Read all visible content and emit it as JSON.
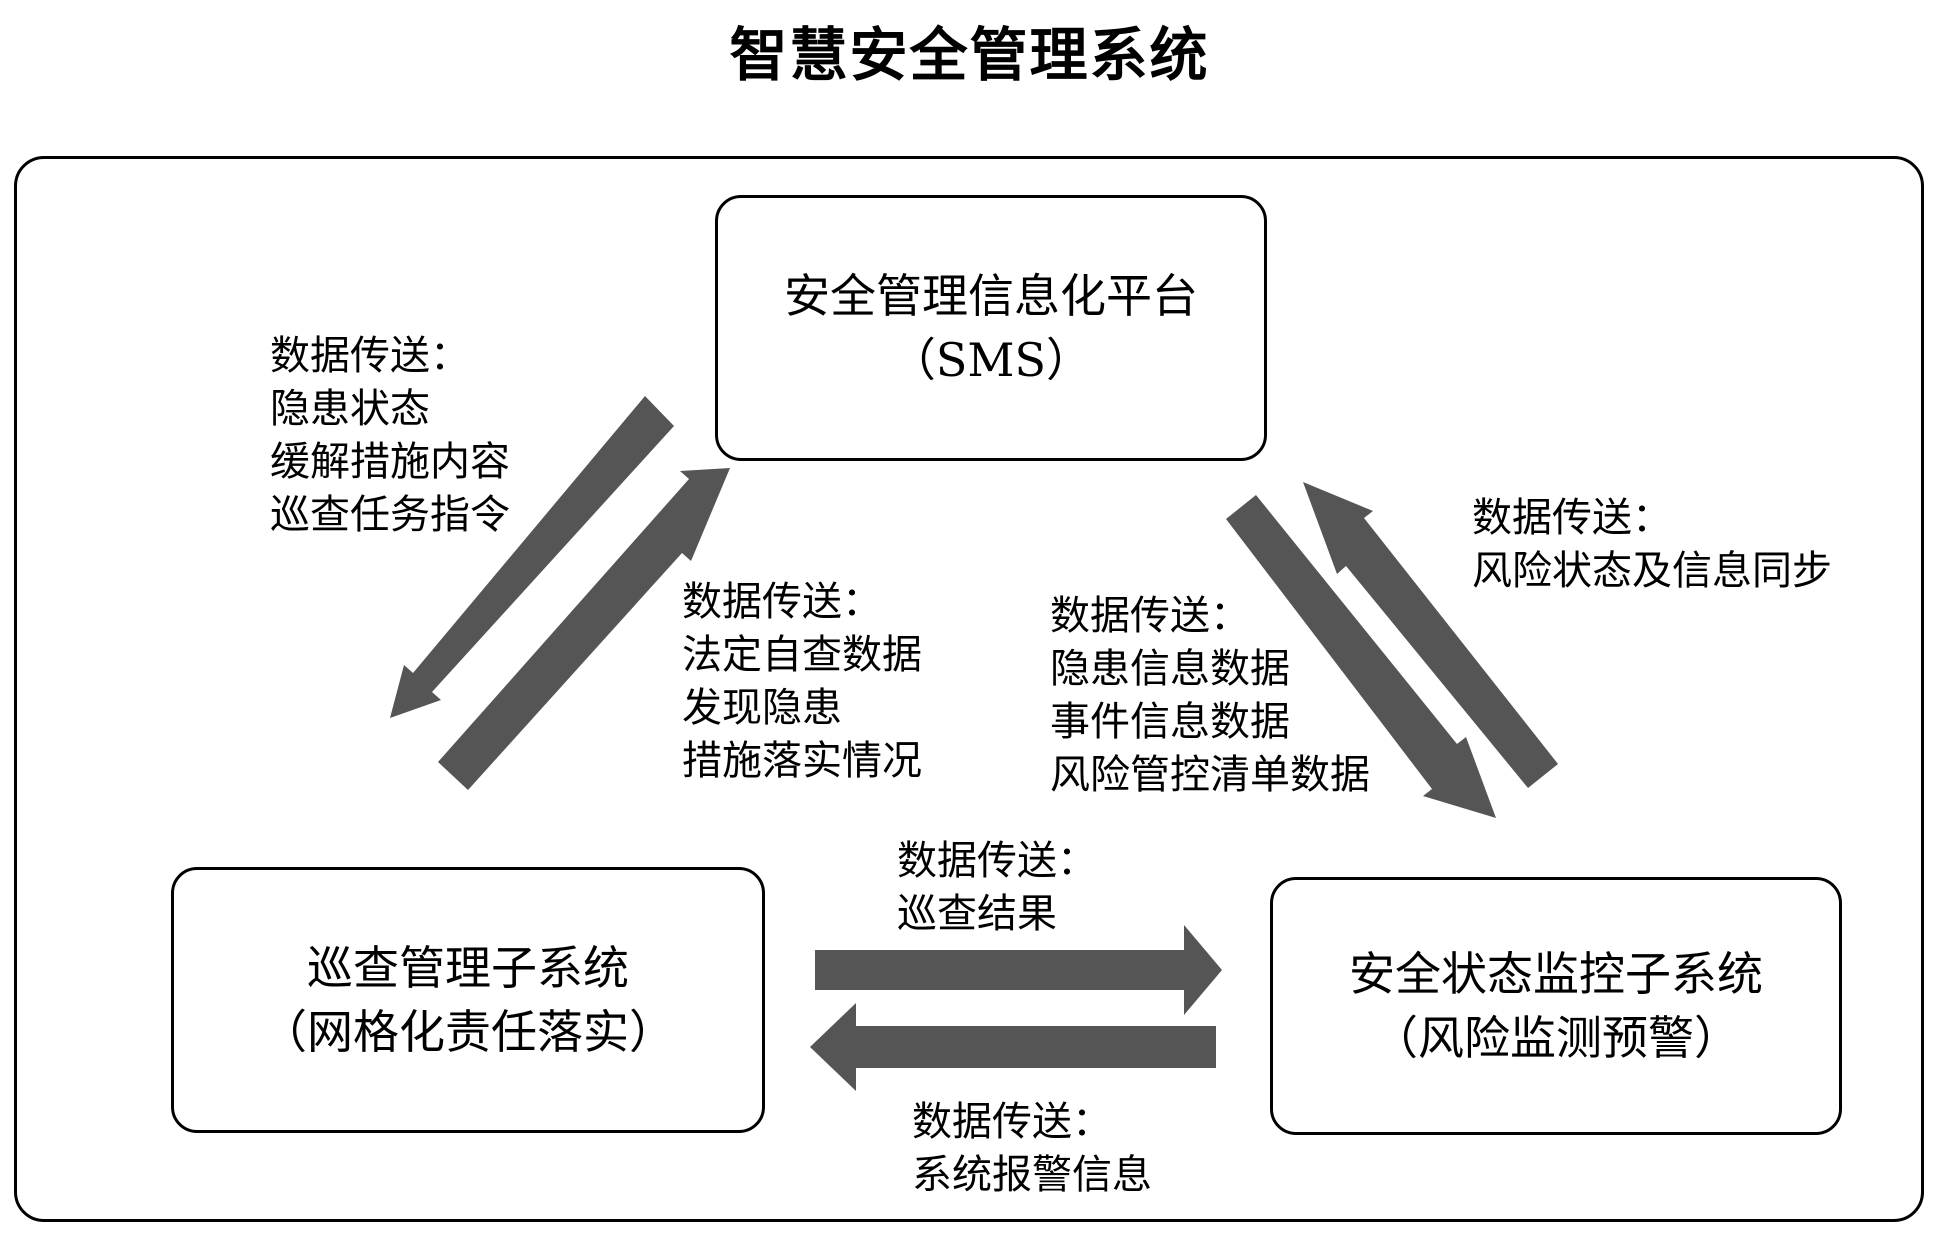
{
  "title": "智慧安全管理系统",
  "nodes": {
    "sms": {
      "line1": "安全管理信息化平台",
      "line2": "（SMS）"
    },
    "patrol": {
      "line1": "巡查管理子系统",
      "line2": "（网格化责任落实）"
    },
    "monitor": {
      "line1": "安全状态监控子系统",
      "line2": "（风险监测预警）"
    }
  },
  "flows": {
    "sms_to_patrol": {
      "heading": "数据传送：",
      "items": [
        "隐患状态",
        "缓解措施内容",
        "巡查任务指令"
      ]
    },
    "patrol_to_sms": {
      "heading": "数据传送：",
      "items": [
        "法定自查数据",
        "发现隐患",
        "措施落实情况"
      ]
    },
    "sms_to_monitor": {
      "heading": "数据传送：",
      "items": [
        "隐患信息数据",
        "事件信息数据",
        "风险管控清单数据"
      ]
    },
    "monitor_to_sms": {
      "heading": "数据传送：",
      "items": [
        "风险状态及信息同步"
      ]
    },
    "patrol_to_monitor": {
      "heading": "数据传送：",
      "items": [
        "巡查结果"
      ]
    },
    "monitor_to_patrol": {
      "heading": "数据传送：",
      "items": [
        "系统报警信息"
      ]
    }
  },
  "colors": {
    "arrow": "#555555",
    "border": "#000000",
    "background": "#ffffff"
  }
}
